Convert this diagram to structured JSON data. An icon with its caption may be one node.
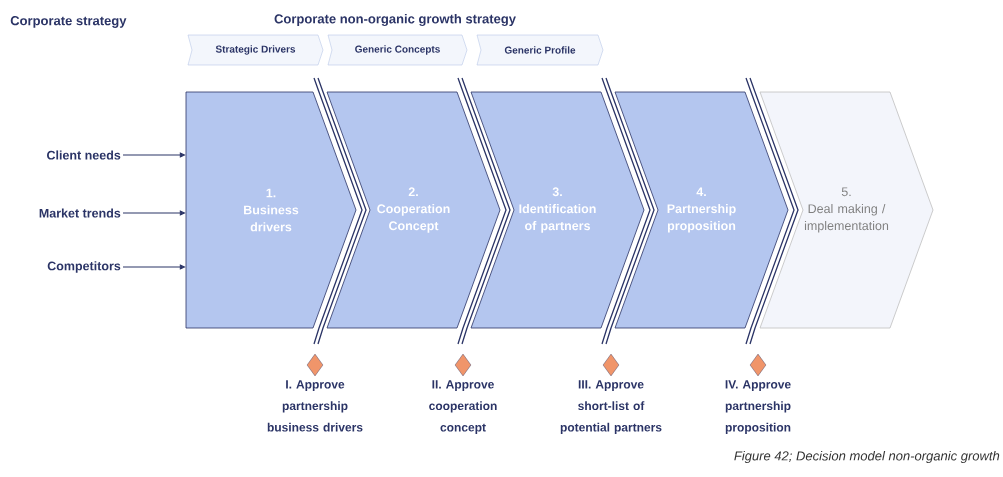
{
  "diagram": {
    "caption": "Figure 42; Decision model non-organic growth",
    "nodes": [
      {
        "text": [
          "Strategic Drivers"
        ]
      },
      {
        "text": [
          "Generic Concepts"
        ]
      },
      {
        "text": [
          "Generic Profile"
        ]
      },
      {
        "text": [
          "Client needs"
        ]
      },
      {
        "text": [
          "Market trends"
        ]
      },
      {
        "text": [
          "Competitors"
        ]
      },
      {
        "text": [
          "1.",
          "Business drivers"
        ]
      },
      {
        "text": [
          "2.",
          "Cooperation Concept"
        ]
      },
      {
        "text": [
          "3.",
          "Identification of partners"
        ]
      },
      {
        "text": [
          "4.",
          "Partnership proposition"
        ]
      },
      {
        "text": [
          "5.",
          "Deal making / implementation"
        ]
      },
      {
        "text": [],
        "shape": "diamond",
        "beside": [
          "I. Approve partnership business drivers"
        ]
      },
      {
        "text": [],
        "shape": "diamond",
        "beside": [
          "II. Approve cooperation concept"
        ]
      },
      {
        "text": [],
        "shape": "diamond",
        "beside": [
          "III. Approve short-list of potential partners"
        ]
      },
      {
        "text": [],
        "shape": "diamond",
        "beside": [
          "IV. Approve partnership proposition"
        ]
      }
    ],
    "edges": [
      {
        "from": 3,
        "to": 6,
        "arrow": "to"
      },
      {
        "from": 4,
        "to": 6,
        "arrow": "to"
      },
      {
        "from": 5,
        "to": 6,
        "arrow": "to"
      }
    ],
    "labels": [
      "Corporate strategy",
      "Corporate non-organic growth strategy"
    ]
  }
}
